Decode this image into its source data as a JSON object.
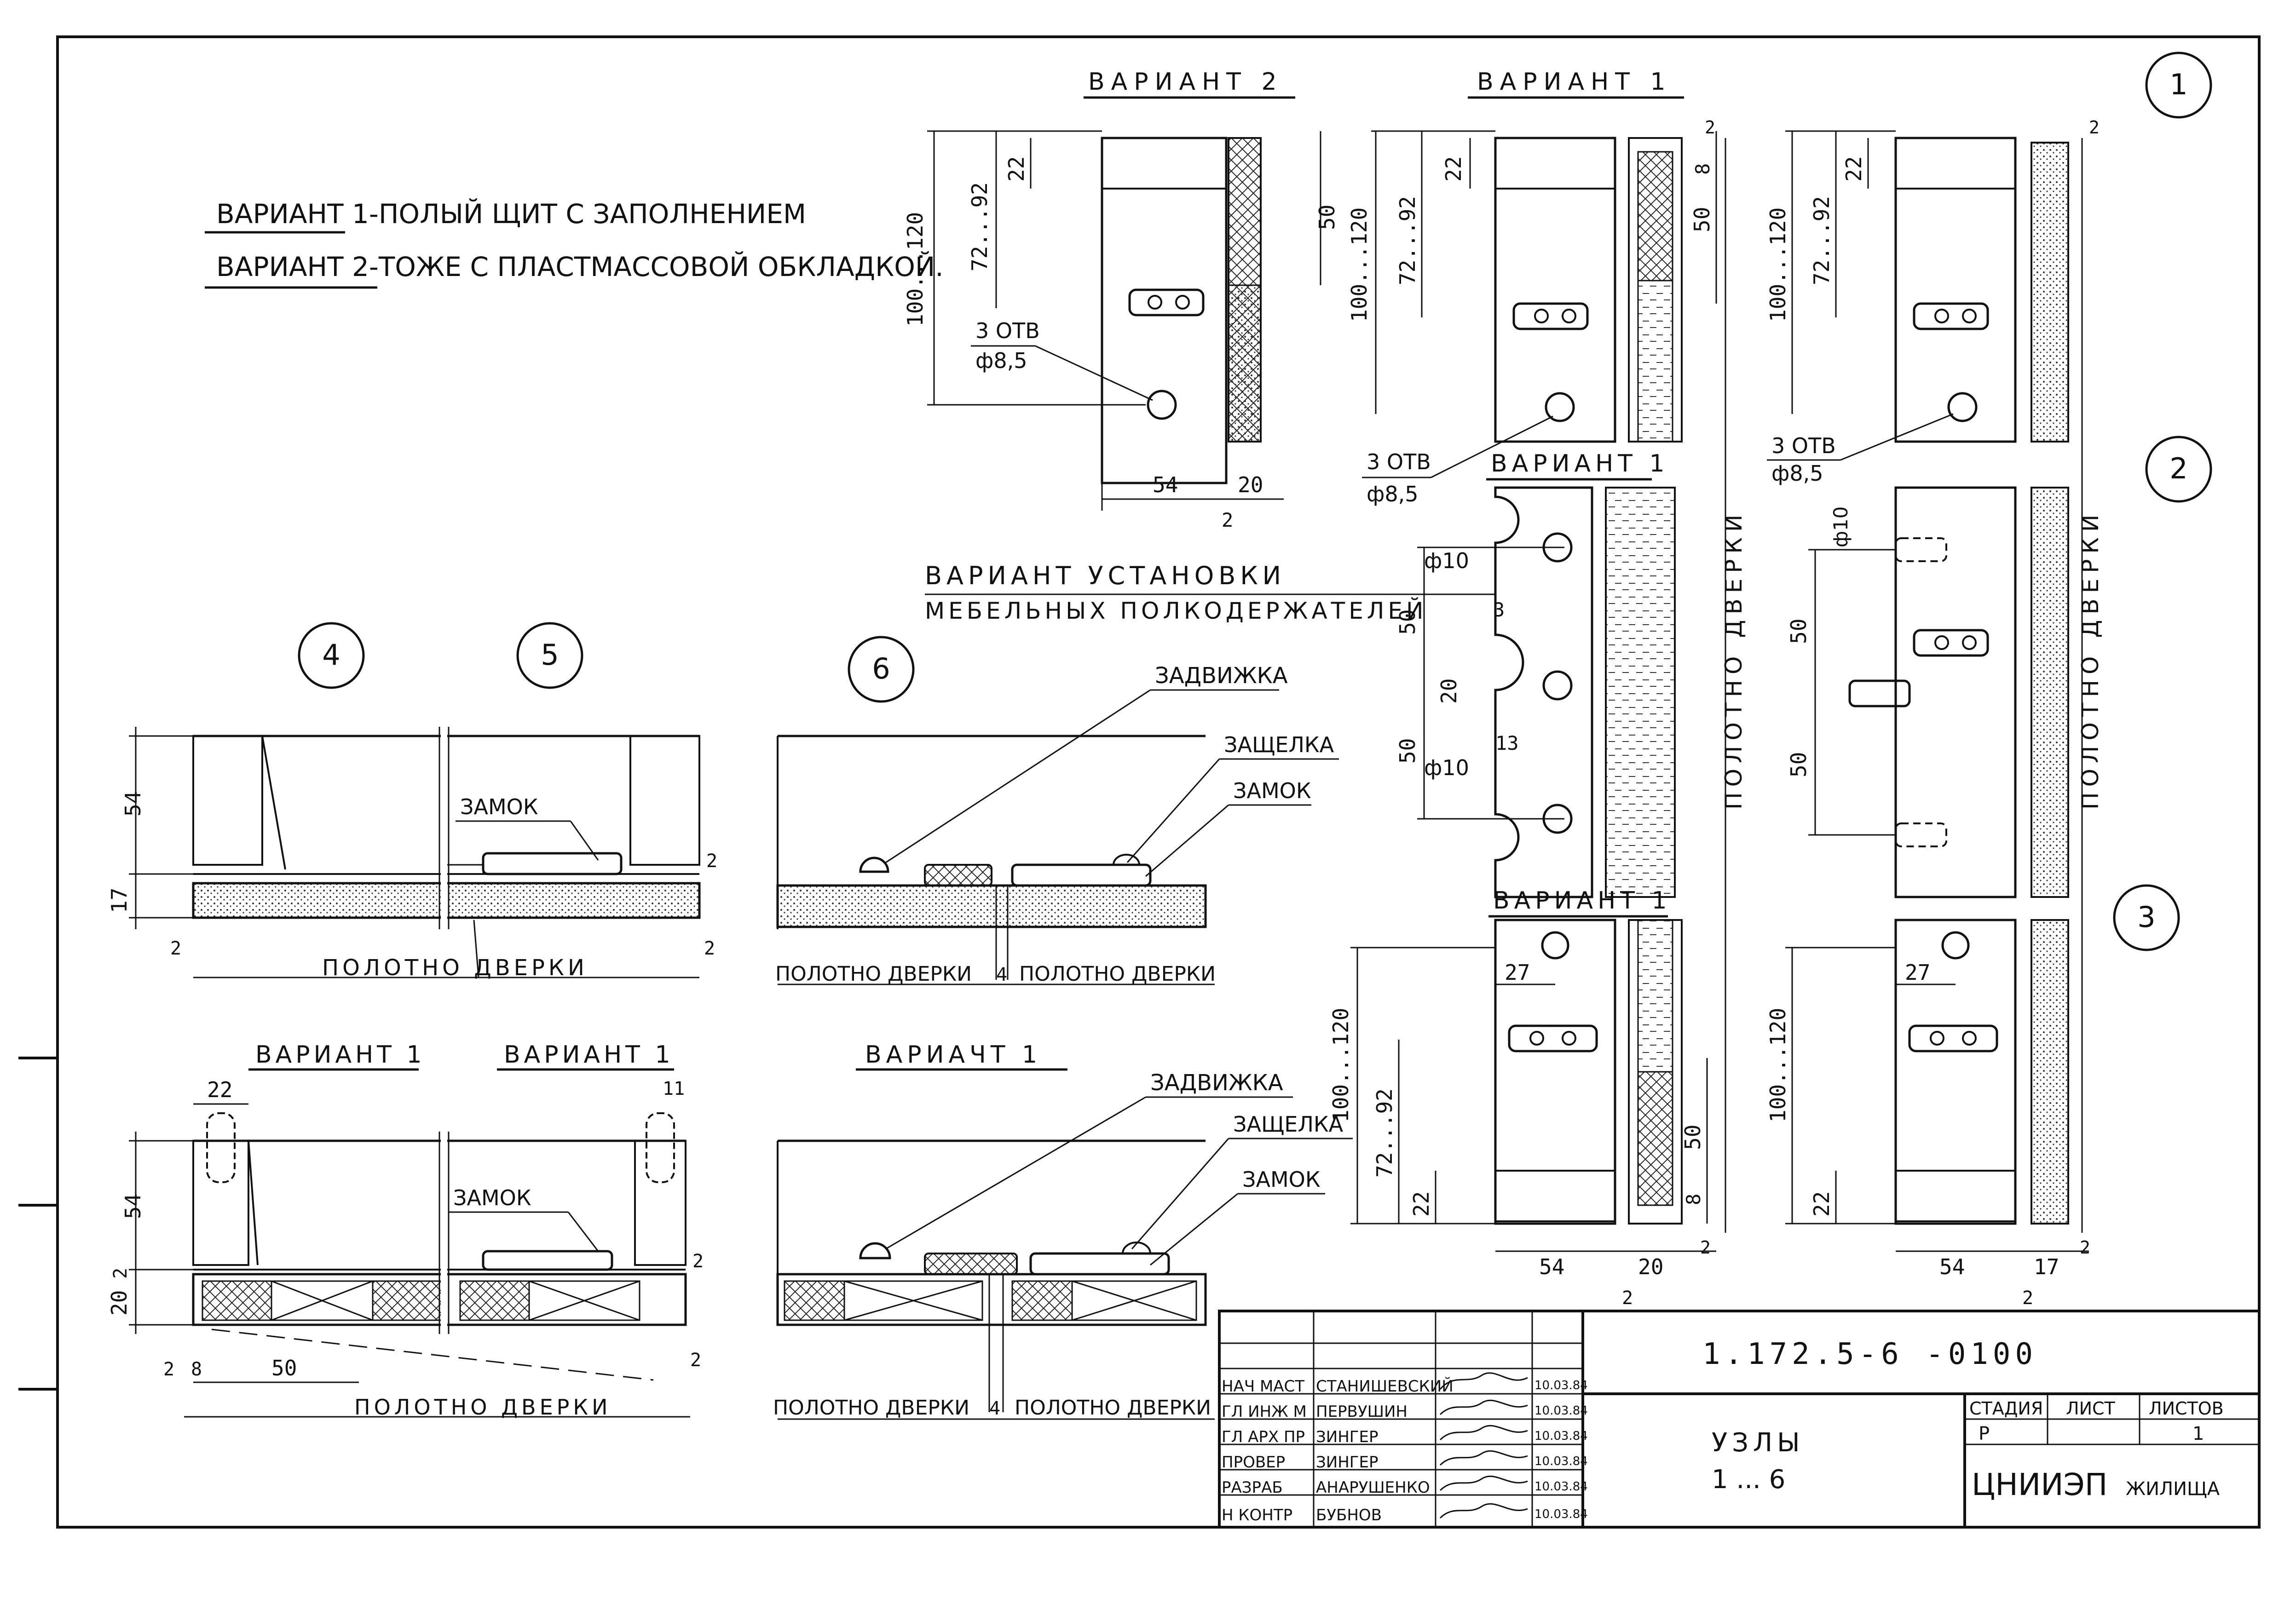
{
  "notes": {
    "variant1": "ВАРИАНТ 1-ПОЛЫЙ ЩИТ С ЗАПОЛНЕНИЕМ",
    "variant2": "ВАРИАНТ 2-ТОЖЕ С ПЛАСТМАССОВОЙ ОБКЛАДКОЙ."
  },
  "headings": {
    "var2_top": "ВАРИАНТ 2",
    "var1_top": "ВАРИАНТ 1",
    "var1_mid": "ВАРИАНТ 1",
    "var1_low": "ВАРИАНТ 1",
    "var1_b1": "ВАРИАНТ 1",
    "var1_b2": "ВАРИАНТ 1",
    "var1_b3": "ВАРИАЧТ 1",
    "shelf_title_1": "ВАРИАНТ УСТАНОВКИ",
    "shelf_title_2": "МЕБЕЛЬНЫХ ПОЛКОДЕРЖАТЕЛЕЙ"
  },
  "node_markers": [
    "1",
    "2",
    "3",
    "4",
    "5",
    "6"
  ],
  "labels": {
    "holes": "3 ОТВ",
    "hole_dia": "ф8,5",
    "door_leaf": "ПОЛОТНО ДВЕРКИ",
    "door_leaf_cut": "ПОЛОТНО ДВЕРКИ",
    "lock": "ЗАМОК",
    "latch": "ЗАЩЕЛКА",
    "bolt": "ЗАДВИЖКА",
    "phi10": "ф10"
  },
  "dims": {
    "d100_120": "100...120",
    "d72_92": "72...92",
    "d22": "22",
    "d50": "50",
    "d54": "54",
    "d20": "20",
    "d2": "2",
    "d8": "8",
    "d17": "17",
    "d27": "27",
    "d3": "3",
    "d13": "13",
    "d11": "11",
    "d4": "4"
  },
  "title_block": {
    "doc_code": "1.172.5-6 -0100",
    "sheet_title_1": "УЗЛЫ",
    "sheet_title_2": "1 ... 6",
    "stage_header": "СТАДИЯ",
    "sheet_header": "ЛИСТ",
    "sheets_header": "ЛИСТОВ",
    "stage_value": "Р",
    "sheets_value": "1",
    "org_main": "ЦНИИЭП",
    "org_sub": "ЖИЛИЩА",
    "rows": [
      {
        "role": "НАЧ МАСТ",
        "name": "СТАНИШЕВСКИЙ",
        "date": "10.03.84"
      },
      {
        "role": "ГЛ ИНЖ М",
        "name": "ПЕРВУШИН",
        "date": "10.03.84"
      },
      {
        "role": "ГЛ АРХ ПР",
        "name": "ЗИНГЕР",
        "date": "10.03.84"
      },
      {
        "role": "ПРОВЕР",
        "name": "ЗИНГЕР",
        "date": "10.03.84"
      },
      {
        "role": "РАЗРАБ",
        "name": "АНАРУШЕНКО",
        "date": "10.03.84"
      },
      {
        "role": "Н КОНТР",
        "name": "БУБНОВ",
        "date": "10.03.84"
      }
    ]
  }
}
